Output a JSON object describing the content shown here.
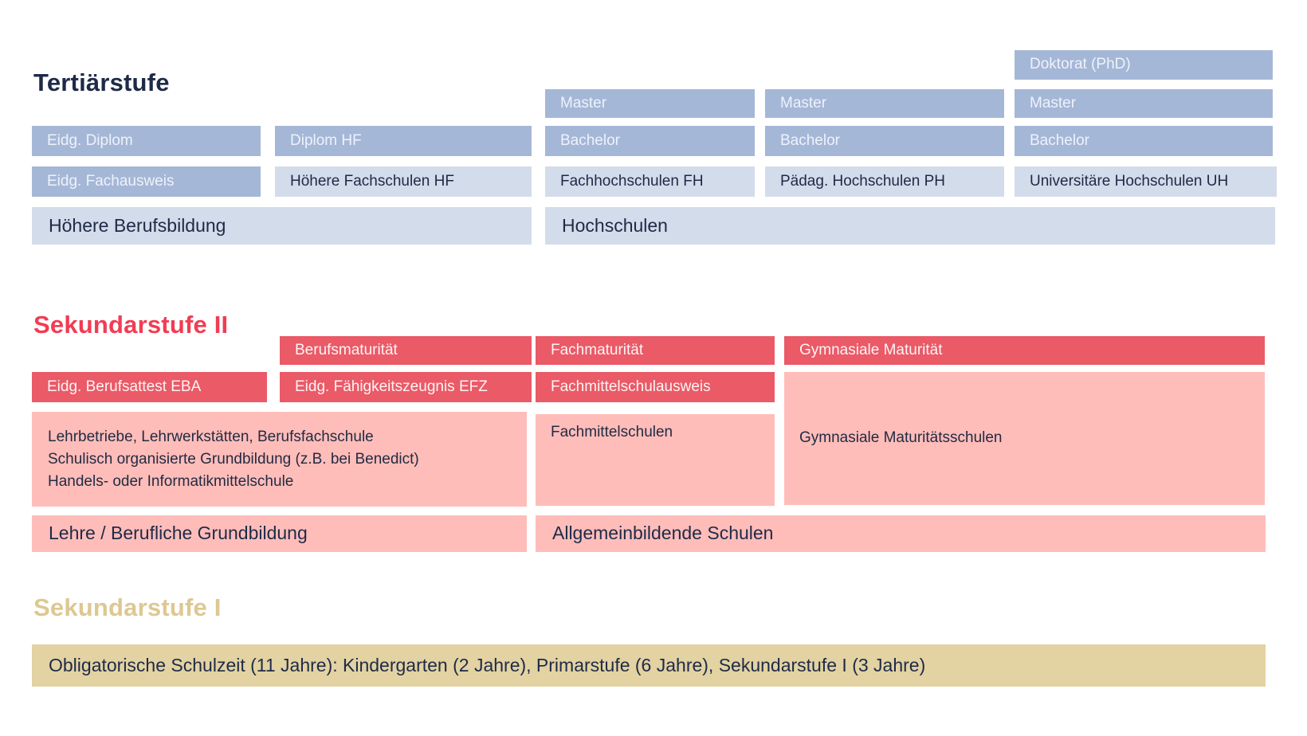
{
  "palette": {
    "navy_text": "#1e2a47",
    "blue_medium": "#a5b7d7",
    "blue_light": "#d3dcea",
    "red_box": "#ea5a67",
    "red_title": "#f23c53",
    "pink": "#ffbdba",
    "tan": "#e3d2a2",
    "tan_title": "#ddc892"
  },
  "tertiary": {
    "title": "Tertiärstufe",
    "doktorat": "Doktorat (PhD)",
    "master_fh": "Master",
    "master_ph": "Master",
    "master_uh": "Master",
    "bachelor_fh": "Bachelor",
    "bachelor_ph": "Bachelor",
    "bachelor_uh": "Bachelor",
    "eidg_diplom": "Eidg. Diplom",
    "diplom_hf": "Diplom HF",
    "eidg_fachausweis": "Eidg. Fachausweis",
    "hoehere_fachschulen": "Höhere Fachschulen HF",
    "fachhochschulen": "Fachhochschulen FH",
    "paedag_hochschulen": "Pädag. Hochschulen PH",
    "universitaere_hochschulen": "Universitäre Hochschulen UH",
    "bar_berufsbildung": "Höhere Berufsbildung",
    "bar_hochschulen": "Hochschulen"
  },
  "secondary2": {
    "title": "Sekundarstufe II",
    "berufsmaturitaet": "Berufsmaturität",
    "fachmaturitaet": "Fachmaturität",
    "gymnasiale_maturitaet": "Gymnasiale Maturität",
    "berufsattest": "Eidg. Berufsattest EBA",
    "faehigkeitszeugnis": "Eidg. Fähigkeitszeugnis EFZ",
    "fachmittelschulausweis": "Fachmittelschulausweis",
    "lehrbetriebe_lines": [
      "Lehrbetriebe, Lehrwerkstätten, Berufsfachschule",
      "Schulisch organisierte Grundbildung (z.B. bei Benedict)",
      "Handels- oder Informatikmittelschule"
    ],
    "fachmittelschulen": "Fachmittelschulen",
    "gymnasiale_schulen": "Gymnasiale Maturitätsschulen",
    "bar_lehre": "Lehre / Berufliche Grundbildung",
    "bar_allgemein": "Allgemeinbildende Schulen"
  },
  "secondary1": {
    "title": "Sekundarstufe I",
    "bar_obligatorisch": "Obligatorische Schulzeit (11 Jahre): Kindergarten (2 Jahre), Primarstufe (6 Jahre), Sekundarstufe I (3 Jahre)"
  }
}
